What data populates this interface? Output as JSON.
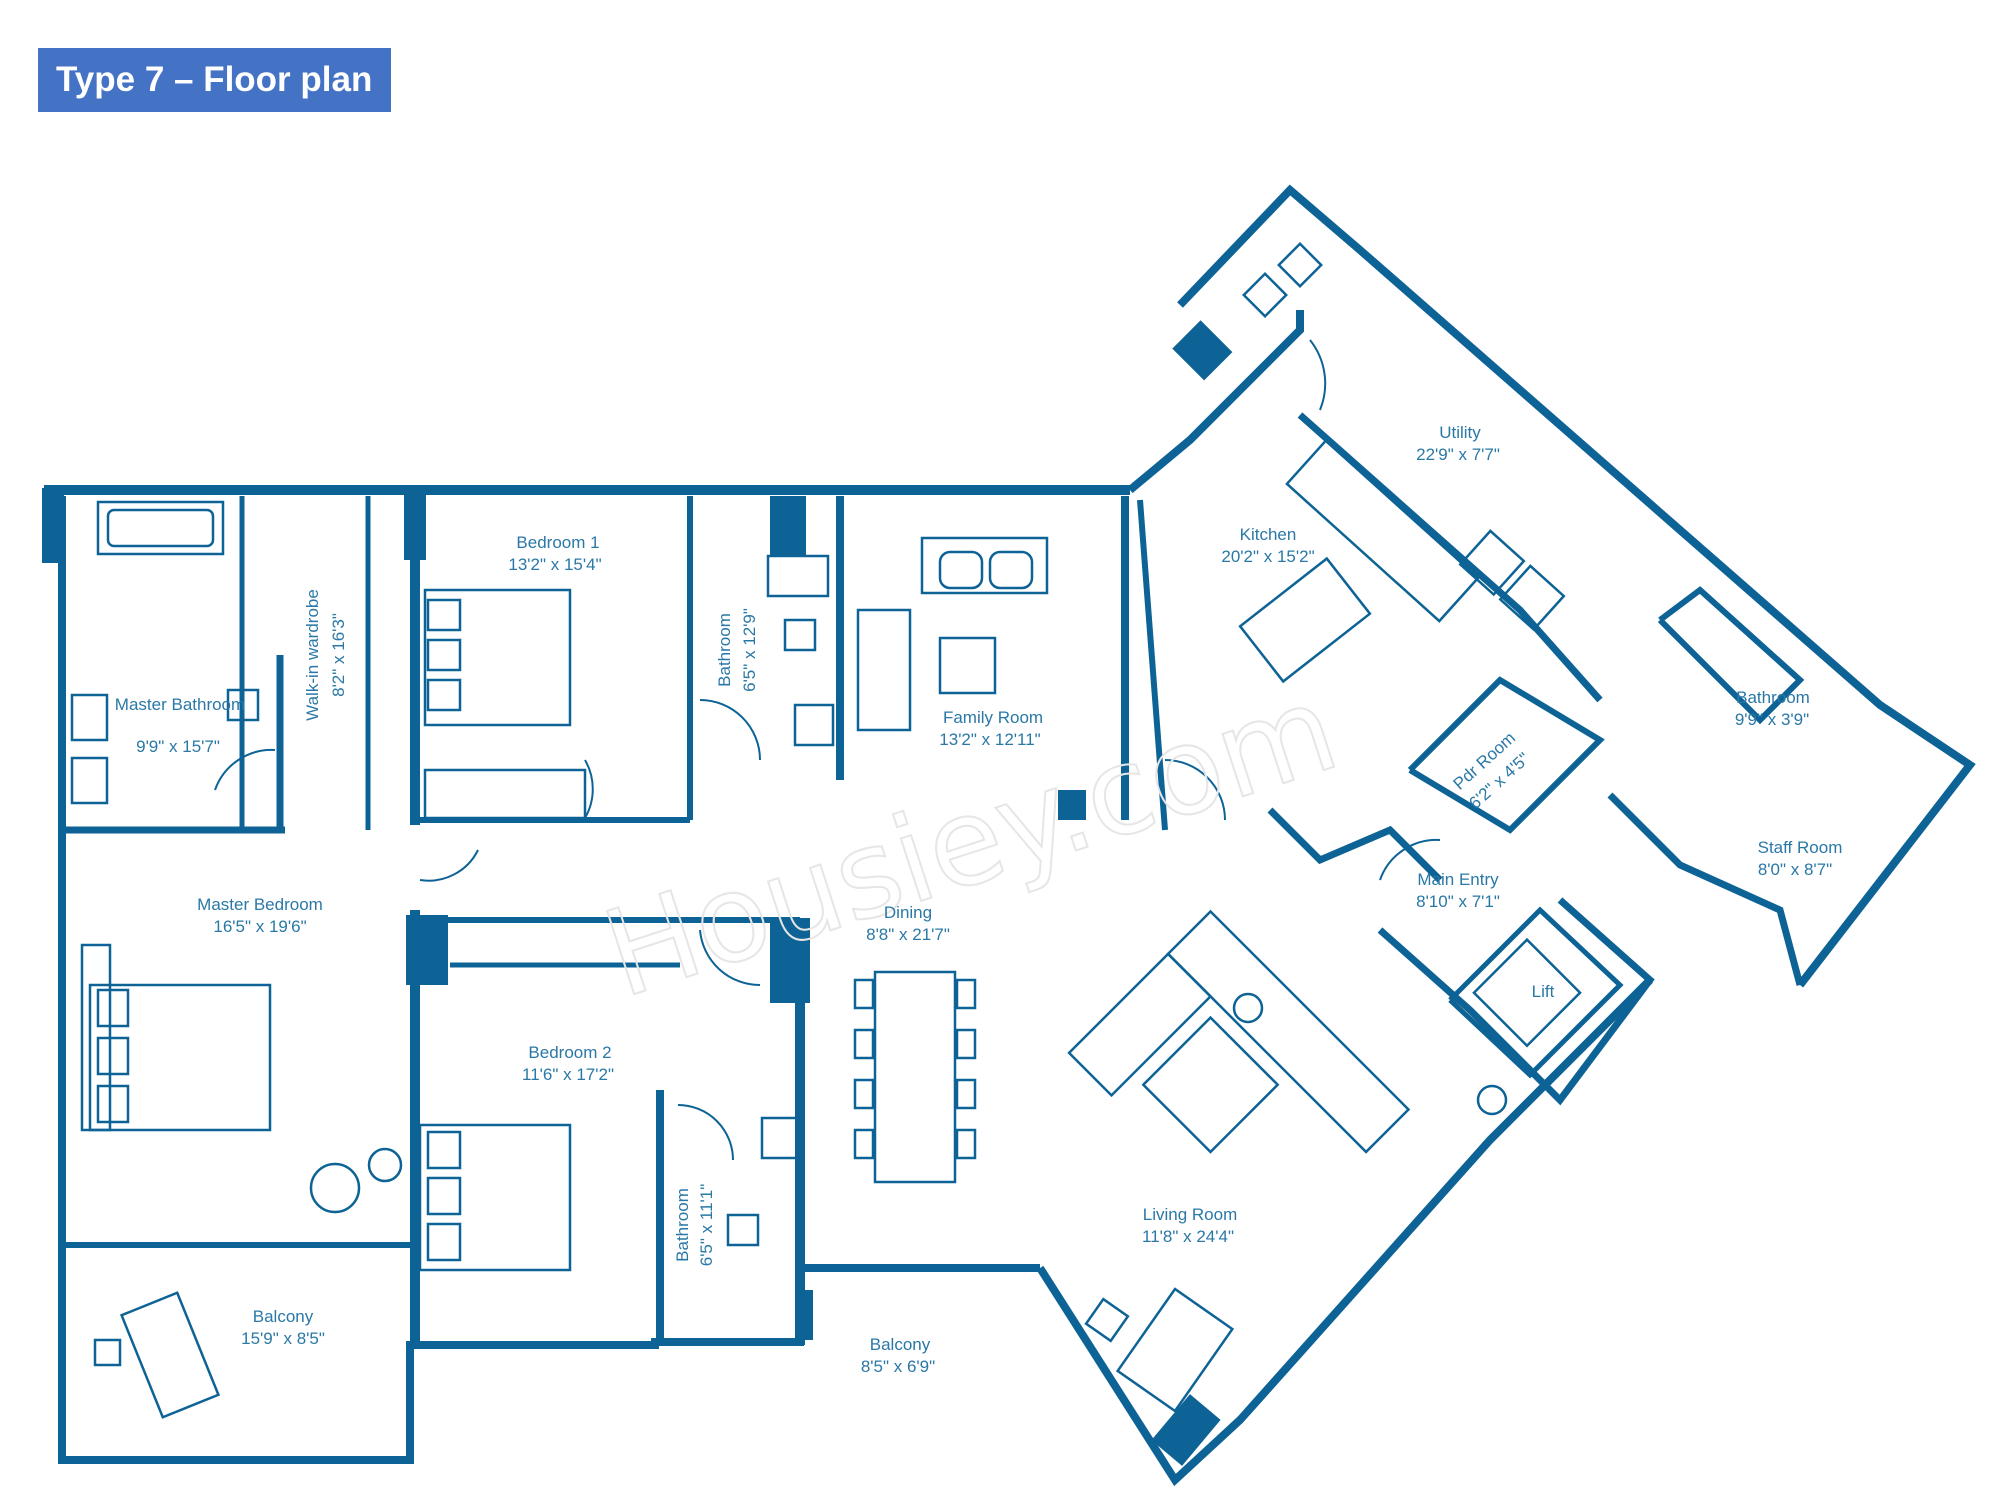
{
  "title": "Type 7 – Floor plan",
  "watermark": "Housiey.com",
  "colors": {
    "title_bg": "#4472c4",
    "wall": "#0e6396",
    "label": "#2a78a6"
  },
  "rooms": {
    "master_bathroom": {
      "name": "Master Bathroom",
      "dim": "9'9\" x 15'7\""
    },
    "walk_in_wardrobe": {
      "name": "Walk-in wardrobe",
      "dim": "8'2\" x 16'3\""
    },
    "bedroom1": {
      "name": "Bedroom 1",
      "dim": "13'2\" x 15'4\""
    },
    "bathroom_b1": {
      "name": "Bathroom",
      "dim": "6'5\" x 12'9\""
    },
    "family_room": {
      "name": "Family Room",
      "dim": "13'2\" x 12'11\""
    },
    "kitchen": {
      "name": "Kitchen",
      "dim": "20'2\" x 15'2\""
    },
    "utility": {
      "name": "Utility",
      "dim": "22'9\" x 7'7\""
    },
    "bathroom_staff": {
      "name": "Bathroom",
      "dim": "9'9\" x 3'9\""
    },
    "pdr": {
      "name": "Pdr Room",
      "dim": "6'2\" x 4'5\""
    },
    "staff_room": {
      "name": "Staff Room",
      "dim": "8'0\" x 8'7\""
    },
    "main_entry": {
      "name": "Main Entry",
      "dim": "8'10\" x 7'1\""
    },
    "lift": {
      "name": "Lift"
    },
    "master_bedroom": {
      "name": "Master Bedroom",
      "dim": "16'5\" x 19'6\""
    },
    "dining": {
      "name": "Dining",
      "dim": "8'8\" x 21'7\""
    },
    "bedroom2": {
      "name": "Bedroom 2",
      "dim": "11'6\" x 17'2\""
    },
    "bathroom_b2": {
      "name": "Bathroom",
      "dim": "6'5\" x 11'1\""
    },
    "living_room": {
      "name": "Living Room",
      "dim": "11'8\" x 24'4\""
    },
    "balcony_master": {
      "name": "Balcony",
      "dim": "15'9\" x 8'5\""
    },
    "balcony_dining": {
      "name": "Balcony",
      "dim": "8'5\" x 6'9\""
    }
  }
}
